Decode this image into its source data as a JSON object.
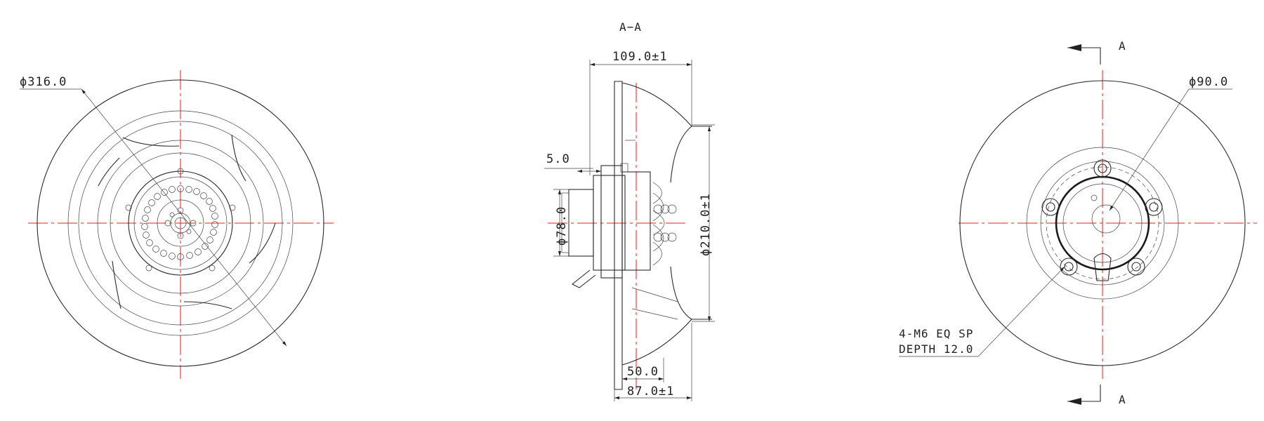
{
  "views": {
    "front": {
      "diameter_label": "ϕ316.0"
    },
    "section": {
      "title": "A−A",
      "width_overall": "109.0±1",
      "flange_offset": "5.0",
      "hub_diameter": "ϕ78.0",
      "inlet_diameter": "ϕ210.0±1",
      "hub_depth": "50.0",
      "depth_overall": "87.0±1"
    },
    "rear": {
      "section_marker_top": "A",
      "section_marker_bottom": "A",
      "bolt_circle": "ϕ90.0",
      "thread_note_line1": "4-M6 EQ SP",
      "thread_note_line2": "DEPTH 12.0"
    }
  },
  "colors": {
    "line": "#2a2a2a",
    "centerline": "#e02020",
    "background": "#ffffff"
  }
}
